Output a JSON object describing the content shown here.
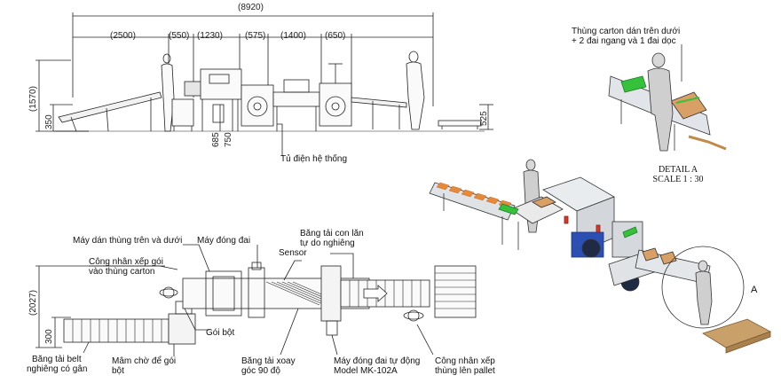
{
  "dimensions": {
    "total": "(8920)",
    "d1": "(2500)",
    "d2": "(550)",
    "d3": "(1230)",
    "d4": "(575)",
    "d5": "(1400)",
    "d6": "(650)",
    "h_left": "(1570)",
    "h_350": "350",
    "h_685": "685",
    "h_750": "750",
    "h_525": "525",
    "plan_2027": "(2027)",
    "plan_300": "300"
  },
  "labels": {
    "control_cabinet": "Tủ điện hệ thống",
    "carton_tape_top_bottom": "Máy dán thùng trên và dưới",
    "strapping_machine": "Máy đóng đai",
    "roller_conveyor_line1": "Băng tải con lăn",
    "roller_conveyor_line2": "tự do nghiêng",
    "sensor": "Sensor",
    "worker_pack_line1": "Công nhân xếp gói",
    "worker_pack_line2": "vào thùng carton",
    "package": "Gói bột",
    "belt_conveyor_line1": "Băng tải belt",
    "belt_conveyor_line2": "nghiêng có gân",
    "pack_waiting_line1": "Mâm chờ để gói",
    "pack_waiting_line2": "bột",
    "turn_conveyor_line1": "Băng tải xoay",
    "turn_conveyor_line2": "góc 90 độ",
    "auto_strapping_line1": "Máy đóng đai tự động",
    "auto_strapping_line2": "Model MK-102A",
    "worker_pallet_line1": "Công nhân xếp",
    "worker_pallet_line2": "thùng lên pallet",
    "detail_note_line1": "Thùng carton dán trên dưới",
    "detail_note_line2": "+ 2 đai ngang và 1 đai dọc",
    "detail_title": "DETAIL A",
    "detail_scale": "SCALE 1 : 30",
    "detail_marker": "A"
  }
}
